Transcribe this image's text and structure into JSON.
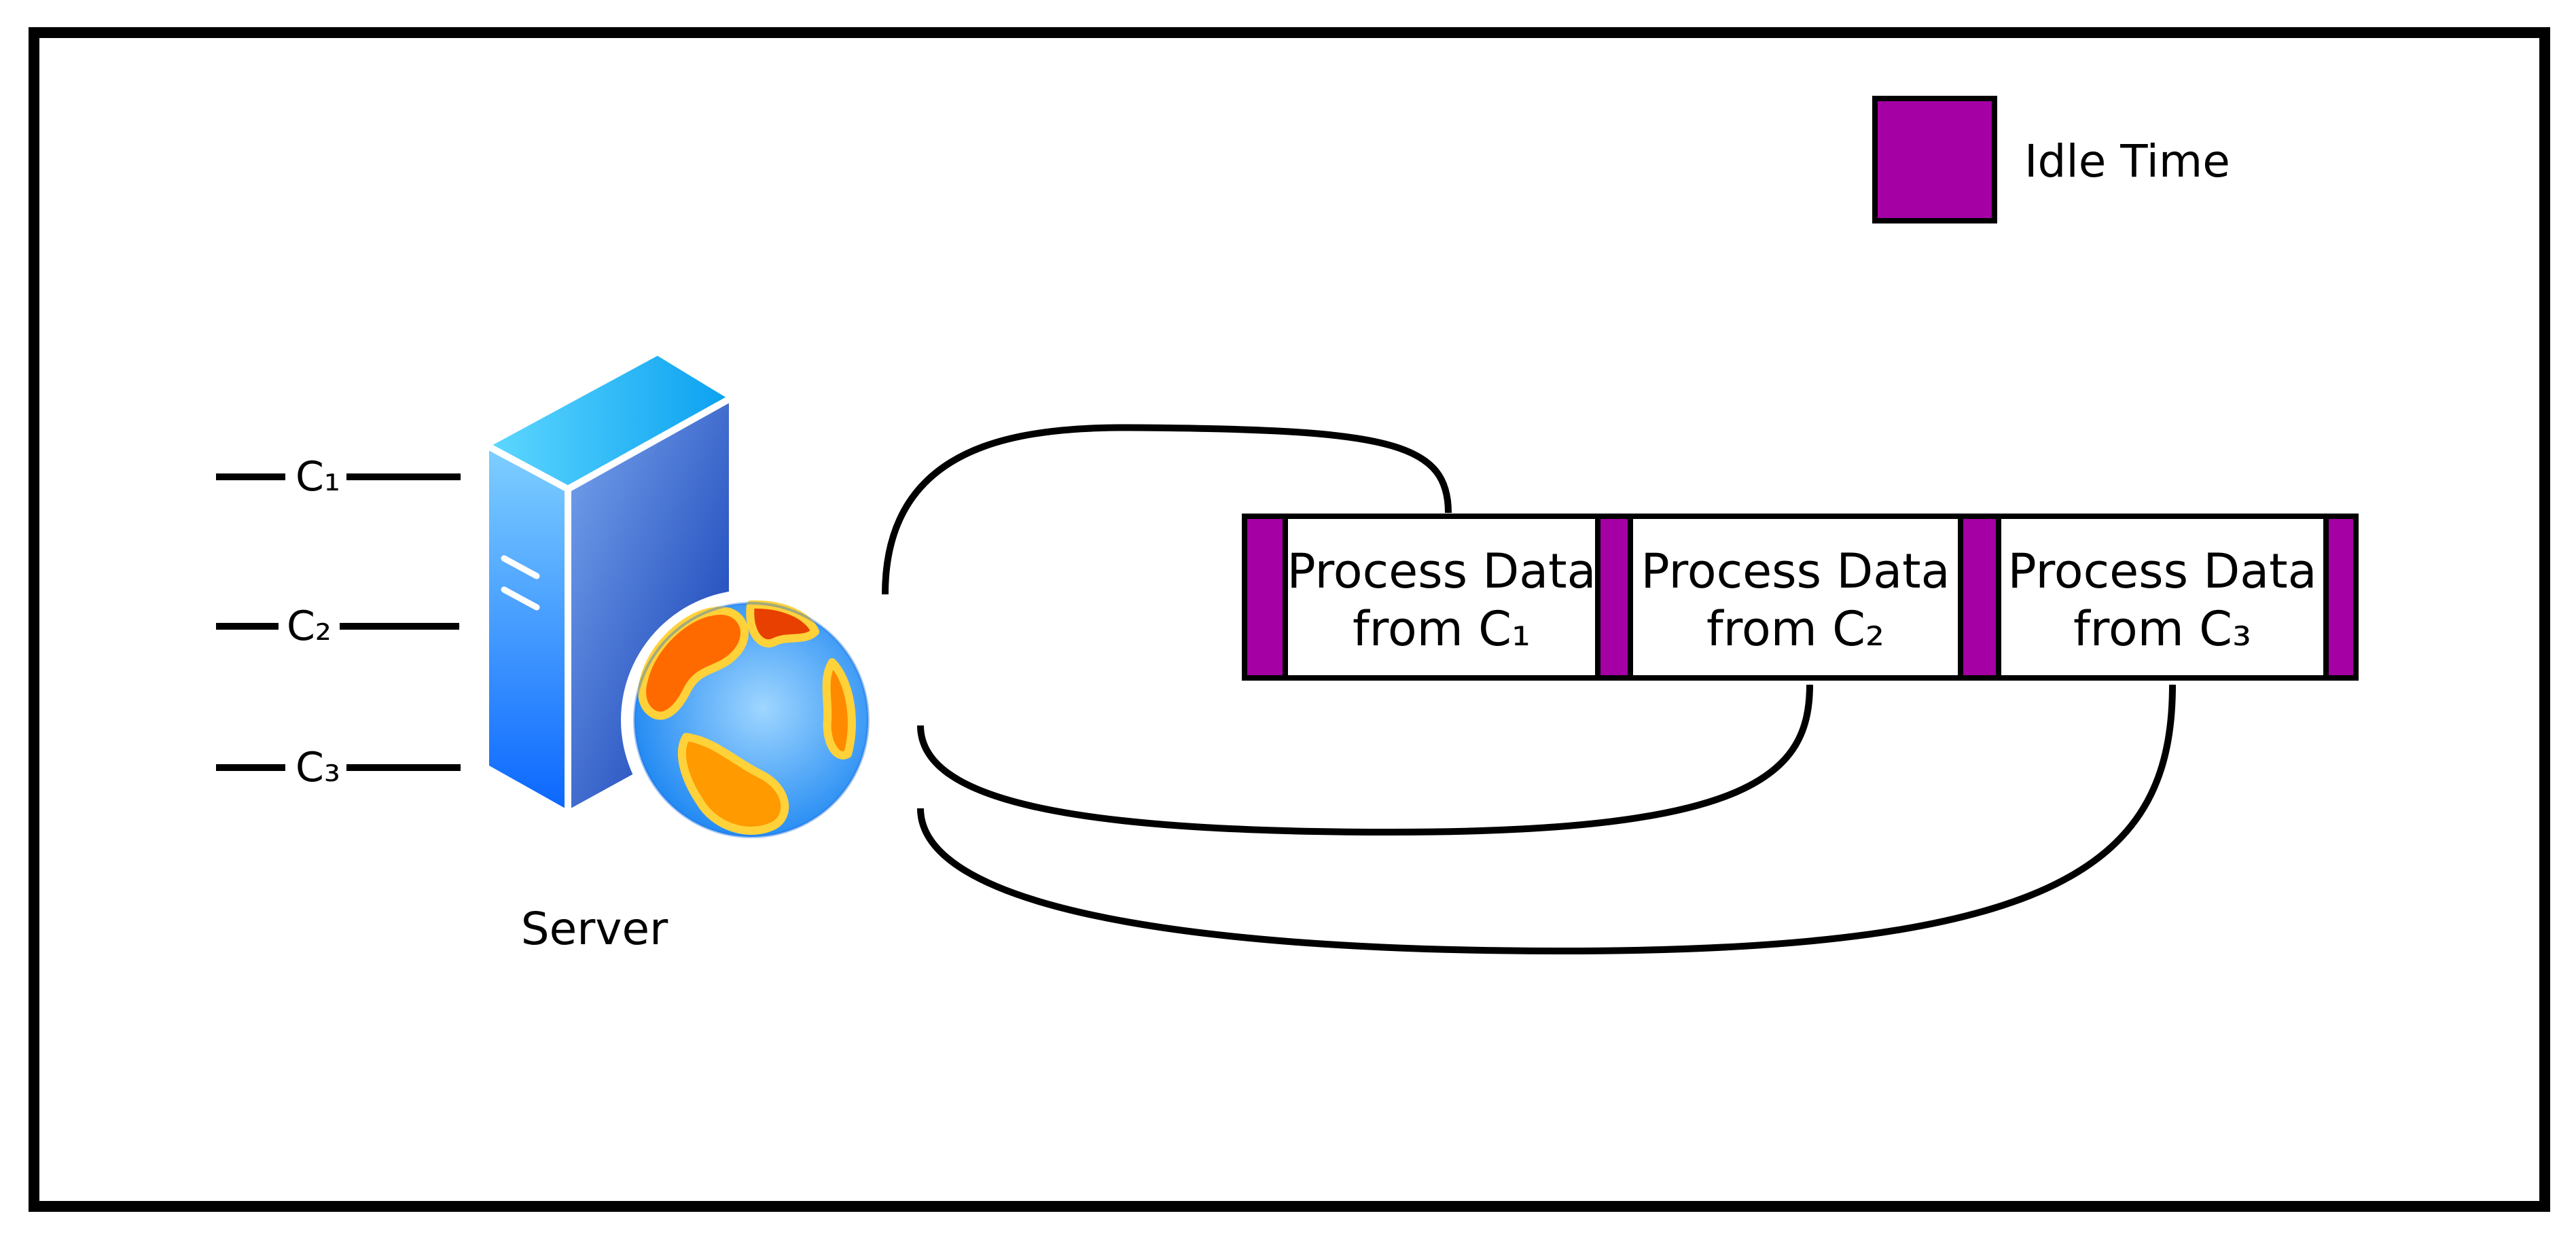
{
  "colors": {
    "idle": "#a400a4",
    "line": "#000000",
    "frame": "#000000",
    "background": "#ffffff",
    "server_light": "#6ccfff",
    "server_dark": "#0a58e6",
    "globe_ocean": "#3aa2ff",
    "globe_land": "#ff8a00",
    "globe_outline": "#ffd23a"
  },
  "legend": {
    "label": "Idle Time"
  },
  "server": {
    "label": "Server",
    "icon": "server-globe-icon"
  },
  "clients": [
    {
      "label": "C₁"
    },
    {
      "label": "C₂"
    },
    {
      "label": "C₃"
    }
  ],
  "timeline": [
    {
      "type": "idle"
    },
    {
      "type": "process",
      "line1": "Process Data",
      "line2": "from C₁"
    },
    {
      "type": "idle"
    },
    {
      "type": "process",
      "line1": "Process Data",
      "line2": "from C₂"
    },
    {
      "type": "idle"
    },
    {
      "type": "process",
      "line1": "Process Data",
      "line2": "from C₃"
    },
    {
      "type": "idle"
    }
  ]
}
